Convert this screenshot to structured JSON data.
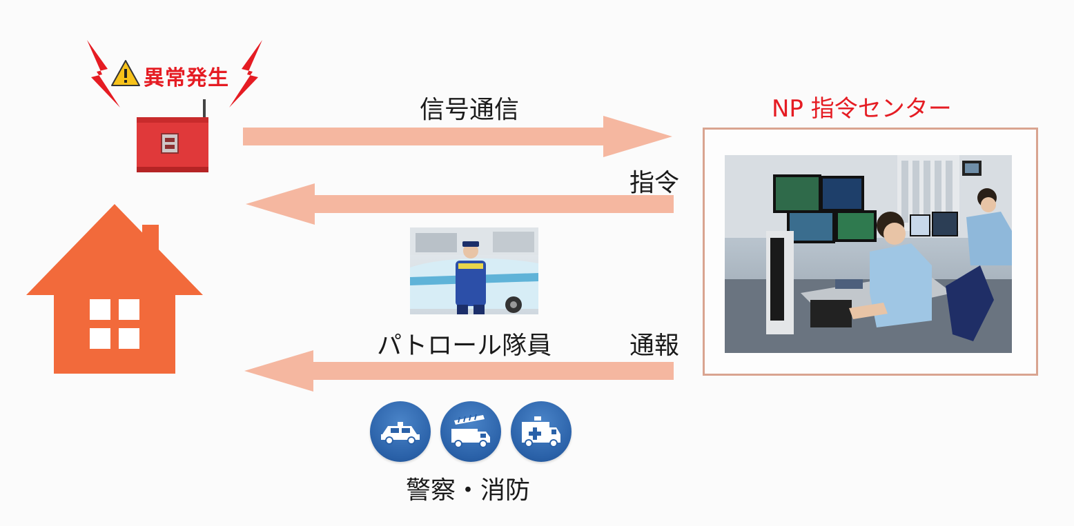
{
  "alert": {
    "label": "異常発生",
    "icon": "warning-icon"
  },
  "arrows": {
    "signal_label": "信号通信",
    "command_label": "指令",
    "report_label": "通報"
  },
  "center": {
    "title": "NP 指令センター"
  },
  "patrol": {
    "label": "パトロール隊員"
  },
  "emergency": {
    "label": "警察・消防",
    "icons": [
      "police-car-icon",
      "fire-truck-icon",
      "ambulance-icon"
    ]
  },
  "colors": {
    "alert_red": "#e51c23",
    "arrow_salmon": "#f5b7a0",
    "house_orange": "#f26a3b",
    "device_red": "#e0393a",
    "icon_blue": "#2a61a8",
    "frame_border": "#d9a490"
  }
}
